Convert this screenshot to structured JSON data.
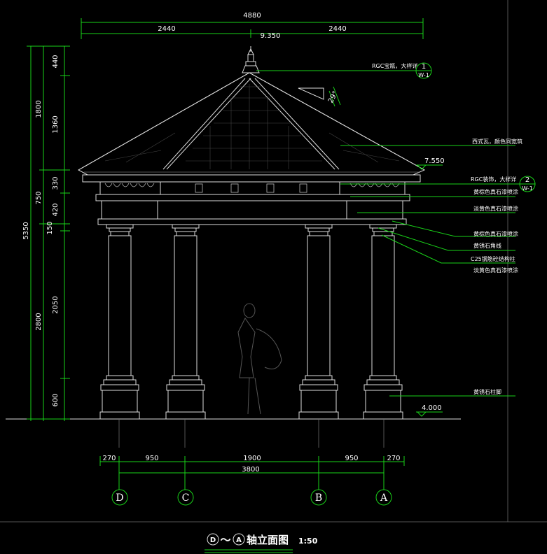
{
  "dims_top": {
    "total": "4880",
    "left": "2440",
    "right": "2440",
    "ridge_level": "9.350"
  },
  "dims_left_outer": {
    "total": "5350",
    "a": "1800",
    "b": "750",
    "c": "2800"
  },
  "dims_left_inner": [
    "440",
    "1360",
    "330",
    "420",
    "150",
    "2050",
    "600"
  ],
  "dims_bottom": {
    "seg": [
      "270",
      "950",
      "1900",
      "950",
      "270"
    ],
    "total": "3800"
  },
  "levels": {
    "eave": "7.550",
    "ground": "4.000"
  },
  "roof_angle": "29°",
  "annotations": [
    "RGC宝瓶，大样详",
    "西式瓦，颜色同宽筑",
    "RGC装饰，大样详",
    "黄棕色真石漆喷涂",
    "淡黄色真石漆喷涂",
    "黄棕色真石漆喷涂",
    "黄锈石角线",
    "C25钢筋砼结构柱",
    "淡黄色真石漆喷涂",
    "黄锈石柱脚"
  ],
  "detail_refs": [
    {
      "num": "1",
      "sheet": "W-1"
    },
    {
      "num": "2",
      "sheet": "W-1"
    }
  ],
  "axes": [
    "D",
    "C",
    "B",
    "A"
  ],
  "title": {
    "from": "D",
    "to": "A",
    "sep": "～",
    "text": "轴立面图",
    "scale": "1:50"
  },
  "colors": {
    "background": "#000000",
    "dimension": "#19d219",
    "drawing": "#dddddd"
  }
}
